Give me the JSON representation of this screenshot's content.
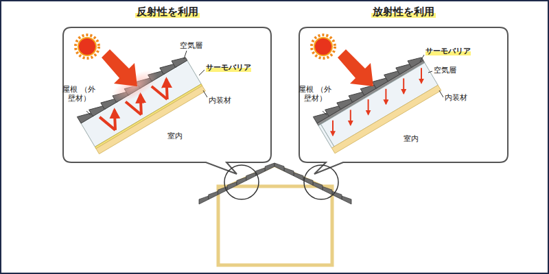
{
  "diagram": {
    "nodes": [
      {
        "text": [
          "反射性を利用"
        ]
      },
      {
        "text": [
          "放射性を利用"
        ]
      }
    ],
    "labels": [
      "空気層",
      "サーモバリア",
      "屋根 （外壁材）",
      "内装材",
      "室内",
      "サーモバリア",
      "空気層",
      "屋根 （外壁材）",
      "内装材",
      "室内"
    ]
  }
}
